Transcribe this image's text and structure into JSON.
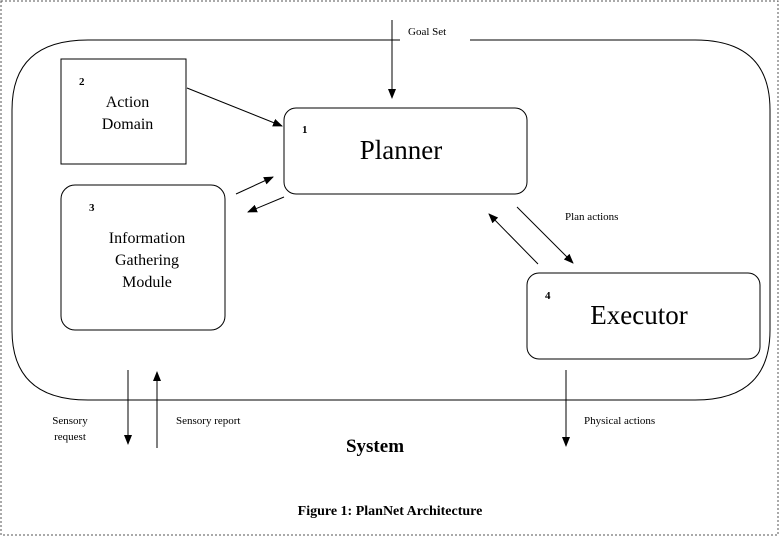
{
  "diagram": {
    "boxes": {
      "action_domain": {
        "number": "2",
        "lines": [
          "Action",
          "Domain"
        ]
      },
      "planner": {
        "number": "1",
        "title": "Planner"
      },
      "info_gathering": {
        "number": "3",
        "lines": [
          "Information",
          "Gathering",
          "Module"
        ]
      },
      "executor": {
        "number": "4",
        "title": "Executor"
      }
    },
    "labels": {
      "goal_set": "Goal Set",
      "plan_actions": "Plan actions",
      "sensory_request_1": "Sensory",
      "sensory_request_2": "request",
      "sensory_report": "Sensory report",
      "physical_actions": "Physical actions",
      "system": "System"
    },
    "caption": "Figure 1:  PlanNet Architecture",
    "colors": {
      "line": "#000000",
      "background": "#ffffff",
      "outer_border": "#555555"
    }
  }
}
